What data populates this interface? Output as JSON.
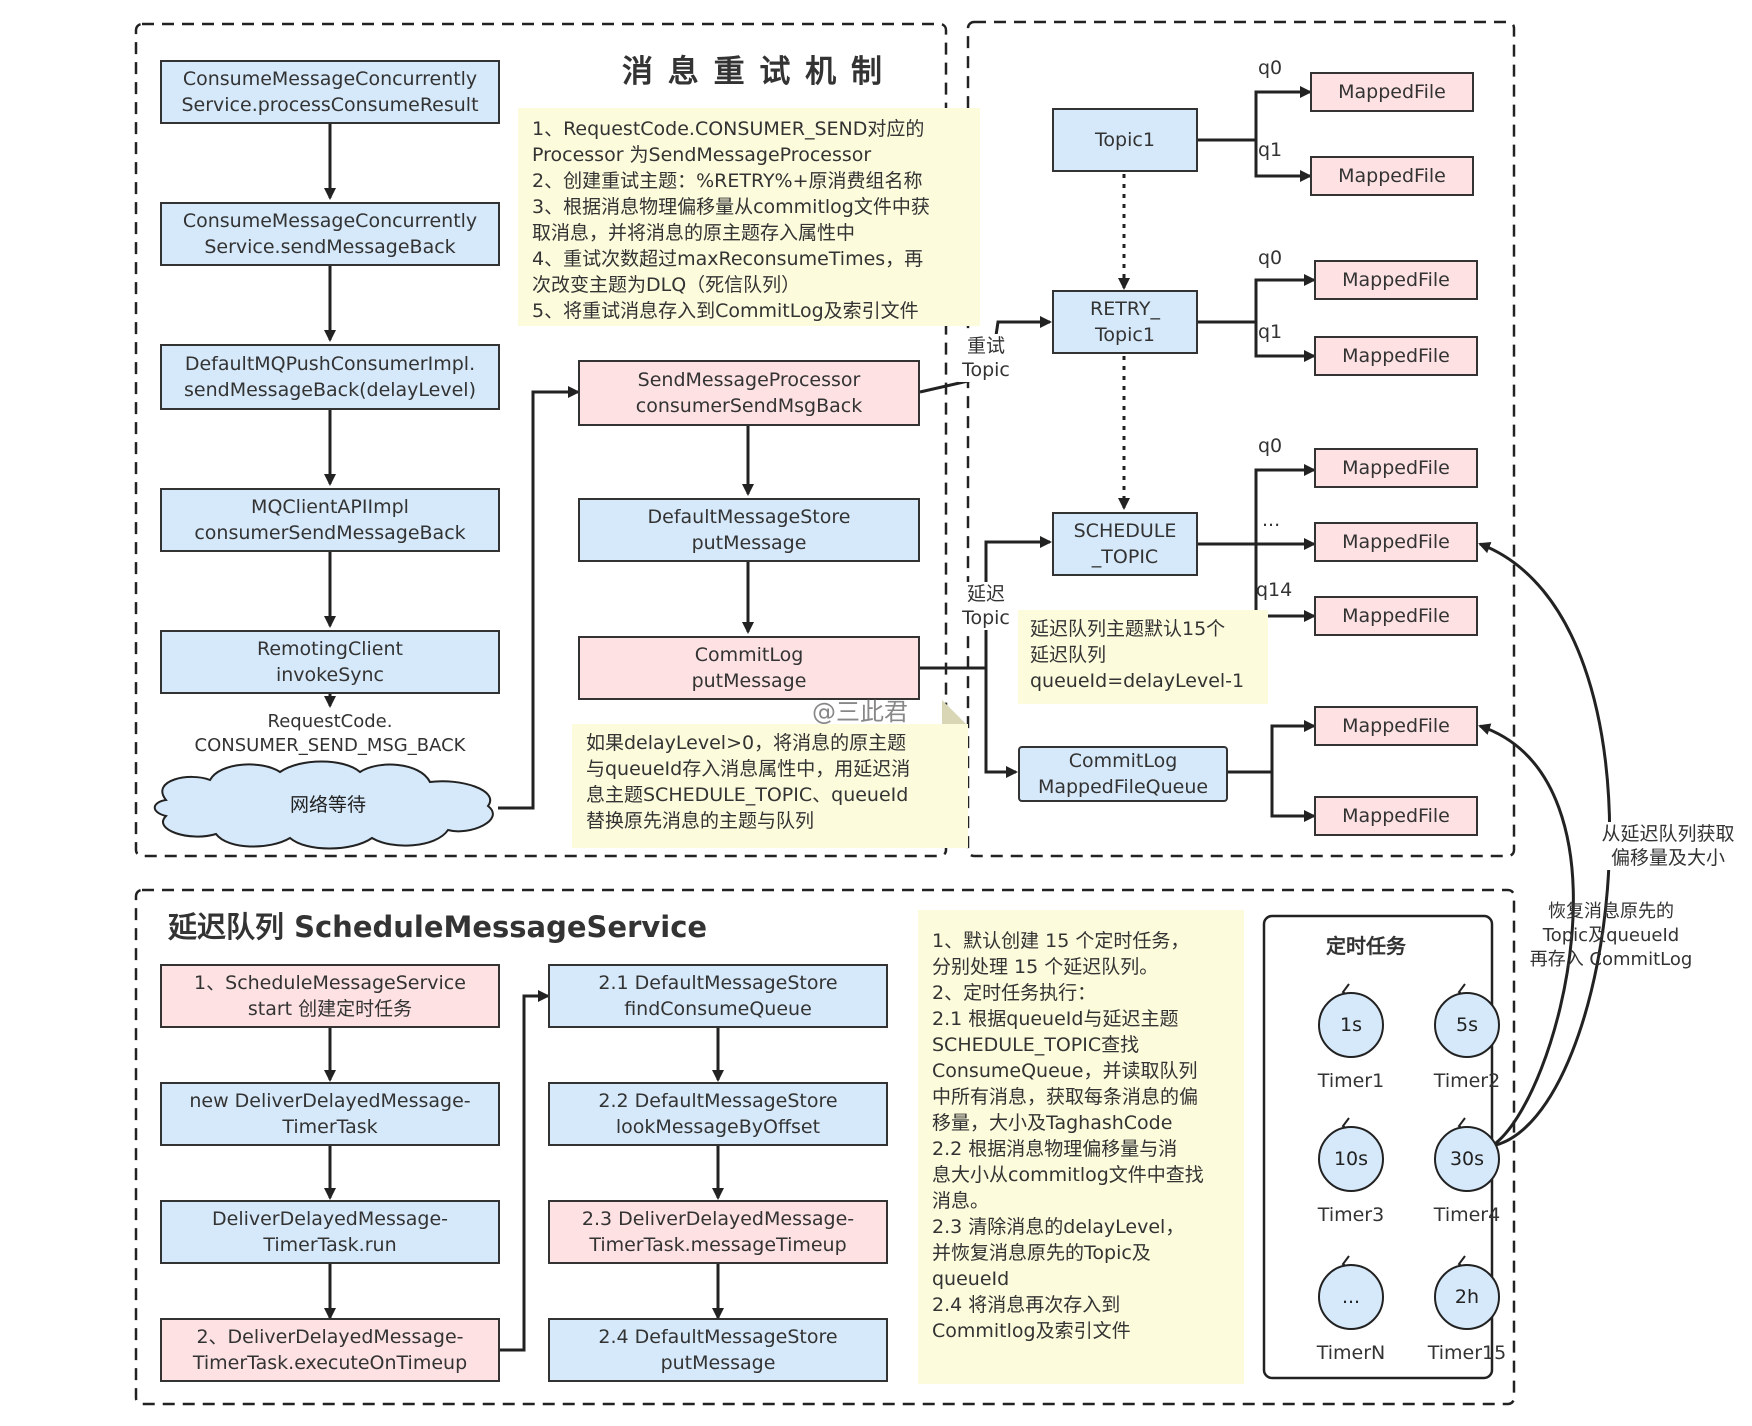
{
  "titles": {
    "retry_title": "消 息  重  试 机  制",
    "schedule_title": "延迟队列 ScheduleMessageService",
    "timer_panel_title": "定时任务"
  },
  "left_flow": [
    "ConsumeMessageConcurrently\nService.processConsumeResult",
    "ConsumeMessageConcurrently\nService.sendMessageBack",
    "DefaultMQPushConsumerImpl.\nsendMessageBack(delayLevel)",
    "MQClientAPIImpl\nconsumerSendMessageBack",
    "RemotingClient\ninvokeSync"
  ],
  "request_code_label": "RequestCode.\nCONSUMER_SEND_MSG_BACK",
  "cloud_label": "网络等待",
  "middle_flow": [
    "SendMessageProcessor\nconsumerSendMsgBack",
    "DefaultMessageStore\nputMessage",
    "CommitLog\nputMessage"
  ],
  "retry_note": "1、RequestCode.CONSUMER_SEND对应的\nProcessor 为SendMessageProcessor\n2、创建重试主题：%RETRY%+原消费组名称\n3、根据消息物理偏移量从commitlog文件中获\n取消息，并将消息的原主题存入属性中\n4、重试次数超过maxReconsumeTimes，再\n次改变主题为DLQ（死信队列）\n5、将重试消息存入到CommitLog及索引文件",
  "delay_note": "如果delayLevel>0，将消息的原主题\n与queueId存入消息属性中，用延迟消\n息主题SCHEDULE_TOPIC、queueId\n替换原先消息的主题与队列",
  "watermark": "@三此君",
  "topics": {
    "topic1": "Topic1",
    "retry_topic1": "RETRY_\nTopic1",
    "schedule_topic": "SCHEDULE\n_TOPIC",
    "commitlog_queue": "CommitLog\nMappedFileQueue"
  },
  "edge_labels": {
    "retry_topic": "重试\nTopic",
    "delay_topic": "延迟\nTopic",
    "q0": "q0",
    "q1": "q1",
    "ellipsis": "...",
    "q14": "q14"
  },
  "mapped_file_label": "MappedFile",
  "schedule_note": "延迟队列主题默认15个\n延迟队列\nqueueId=delayLevel-1",
  "side_labels": {
    "fetch_offset": "从延迟队列获取\n偏移量及大小",
    "restore": "恢复消息原先的\nTopic及queueId\n再存入 CommitLog"
  },
  "bottom_left_flow": [
    "1、ScheduleMessageService\nstart 创建定时任务",
    "new DeliverDelayedMessage-\nTimerTask",
    "DeliverDelayedMessage-\nTimerTask.run",
    "2、DeliverDelayedMessage-\nTimerTask.executeOnTimeup"
  ],
  "bottom_right_flow": [
    "2.1 DefaultMessageStore\nfindConsumeQueue",
    "2.2 DefaultMessageStore\nlookMessageByOffset",
    "2.3 DeliverDelayedMessage-\nTimerTask.messageTimeup",
    "2.4 DefaultMessageStore\nputMessage"
  ],
  "timer_note": "1、默认创建 15 个定时任务，\n分别处理 15 个延迟队列。\n2、定时任务执行：\n  2.1 根据queueId与延迟主题\nSCHEDULE_TOPIC查找\nConsumeQueue，并读取队列\n中所有消息，获取每条消息的偏\n移量，大小及TaghashCode\n  2.2 根据消息物理偏移量与消\n息大小从commitlog文件中查找\n消息。\n  2.3 清除消息的delayLevel，\n并恢复消息原先的Topic及\nqueueId\n  2.4 将消息再次存入到\nCommitlog及索引文件",
  "timers": [
    {
      "value": "1s",
      "name": "Timer1"
    },
    {
      "value": "5s",
      "name": "Timer2"
    },
    {
      "value": "10s",
      "name": "Timer3"
    },
    {
      "value": "30s",
      "name": "Timer4"
    },
    {
      "value": "...",
      "name": "TimerN"
    },
    {
      "value": "2h",
      "name": "Timer15"
    }
  ],
  "colors": {
    "blue_box": "#d6e9fa",
    "pink_box": "#fde1e3",
    "note_bg": "#fcfbdc",
    "line": "#222222"
  }
}
